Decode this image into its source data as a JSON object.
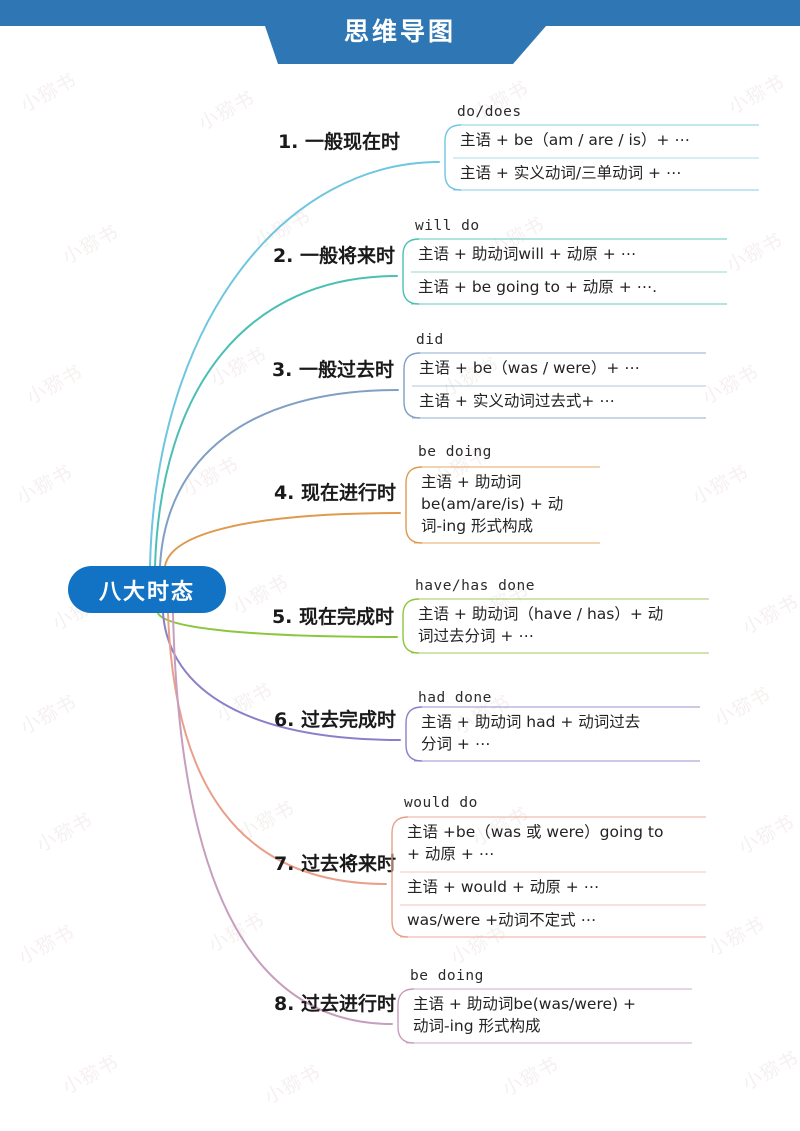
{
  "header": {
    "title": "思维导图",
    "bar_color": "#2e76b4"
  },
  "center": {
    "label": "八大时态",
    "color": "#1273c4"
  },
  "watermark": {
    "text": "小猕书"
  },
  "branches": [
    {
      "number": "1.",
      "title": "1. 一般现在时",
      "tag": "do/does",
      "color": "#6fc6e0",
      "items": [
        "主语 + be（am / are / is）+ ⋯",
        "主语 + 实义动词/三单动词 + ⋯"
      ]
    },
    {
      "number": "2.",
      "title": "2. 一般将来时",
      "tag": "will do",
      "color": "#4cbfb4",
      "items": [
        "主语 + 助动词will + 动原 + ⋯",
        "主语 + be going to + 动原 + ⋯."
      ]
    },
    {
      "number": "3.",
      "title": "3. 一般过去时",
      "tag": "did",
      "color": "#7f9fc4",
      "items": [
        "主语 + be（was / were）+ ⋯",
        "主语 + 实义动词过去式+ ⋯"
      ]
    },
    {
      "number": "4.",
      "title": "4. 现在进行时",
      "tag": "be doing",
      "color": "#e09a4e",
      "items": [
        "主语 + 助动词\nbe(am/are/is) + 动\n词-ing 形式构成"
      ]
    },
    {
      "number": "5.",
      "title": "5. 现在完成时",
      "tag": "have/has done",
      "color": "#8cc63f",
      "items": [
        "主语 + 助动词（have / has）+ 动\n词过去分词 + ⋯"
      ]
    },
    {
      "number": "6.",
      "title": "6. 过去完成时",
      "tag": "had done",
      "color": "#8b7fc9",
      "items": [
        "主语 + 助动词 had + 动词过去\n分词 + ⋯"
      ]
    },
    {
      "number": "7.",
      "title": "7. 过去将来时",
      "tag": "would do",
      "color": "#e8a08b",
      "items": [
        "主语 +be（was 或 were）going to\n+ 动原 + ⋯",
        "主语 + would + 动原 + ⋯",
        "was/were +动词不定式 ⋯"
      ]
    },
    {
      "number": "8.",
      "title": "8. 过去进行时",
      "tag": "be doing",
      "color": "#c79ebd",
      "items": [
        "主语 + 助动词be(was/were) +\n动词-ing 形式构成"
      ]
    }
  ]
}
